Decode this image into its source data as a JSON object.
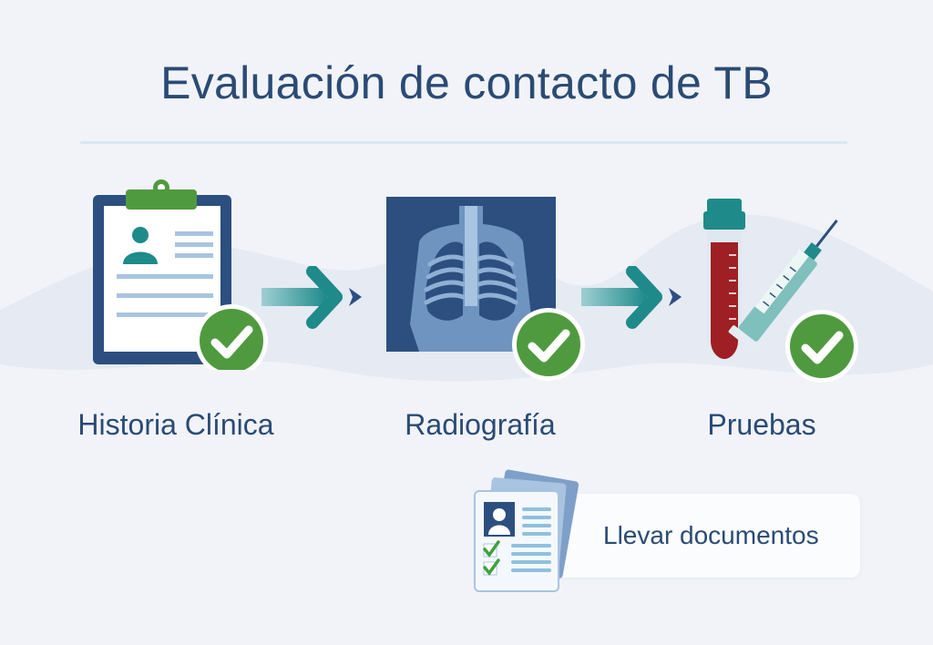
{
  "title": "Evaluación de contacto de TB",
  "colors": {
    "title_text": "#2a4b74",
    "check_green": "#4f9a3f",
    "teal": "#1f8a8a",
    "navy": "#2c4f80",
    "blood_red": "#9e1f24",
    "background": "#f1f3f8"
  },
  "steps": [
    {
      "label": "Historia Clínica",
      "icon": "clipboard-icon",
      "status": "check-icon"
    },
    {
      "label": "Radiografía",
      "icon": "chest-xray-icon",
      "status": "check-icon"
    },
    {
      "label": "Pruebas",
      "icon": "blood-tube-syringe-icon",
      "status": "check-icon"
    }
  ],
  "arrows": [
    "arrow-right-icon",
    "arrow-right-icon"
  ],
  "reminder": {
    "label": "Llevar documentos",
    "icon": "documents-icon"
  }
}
